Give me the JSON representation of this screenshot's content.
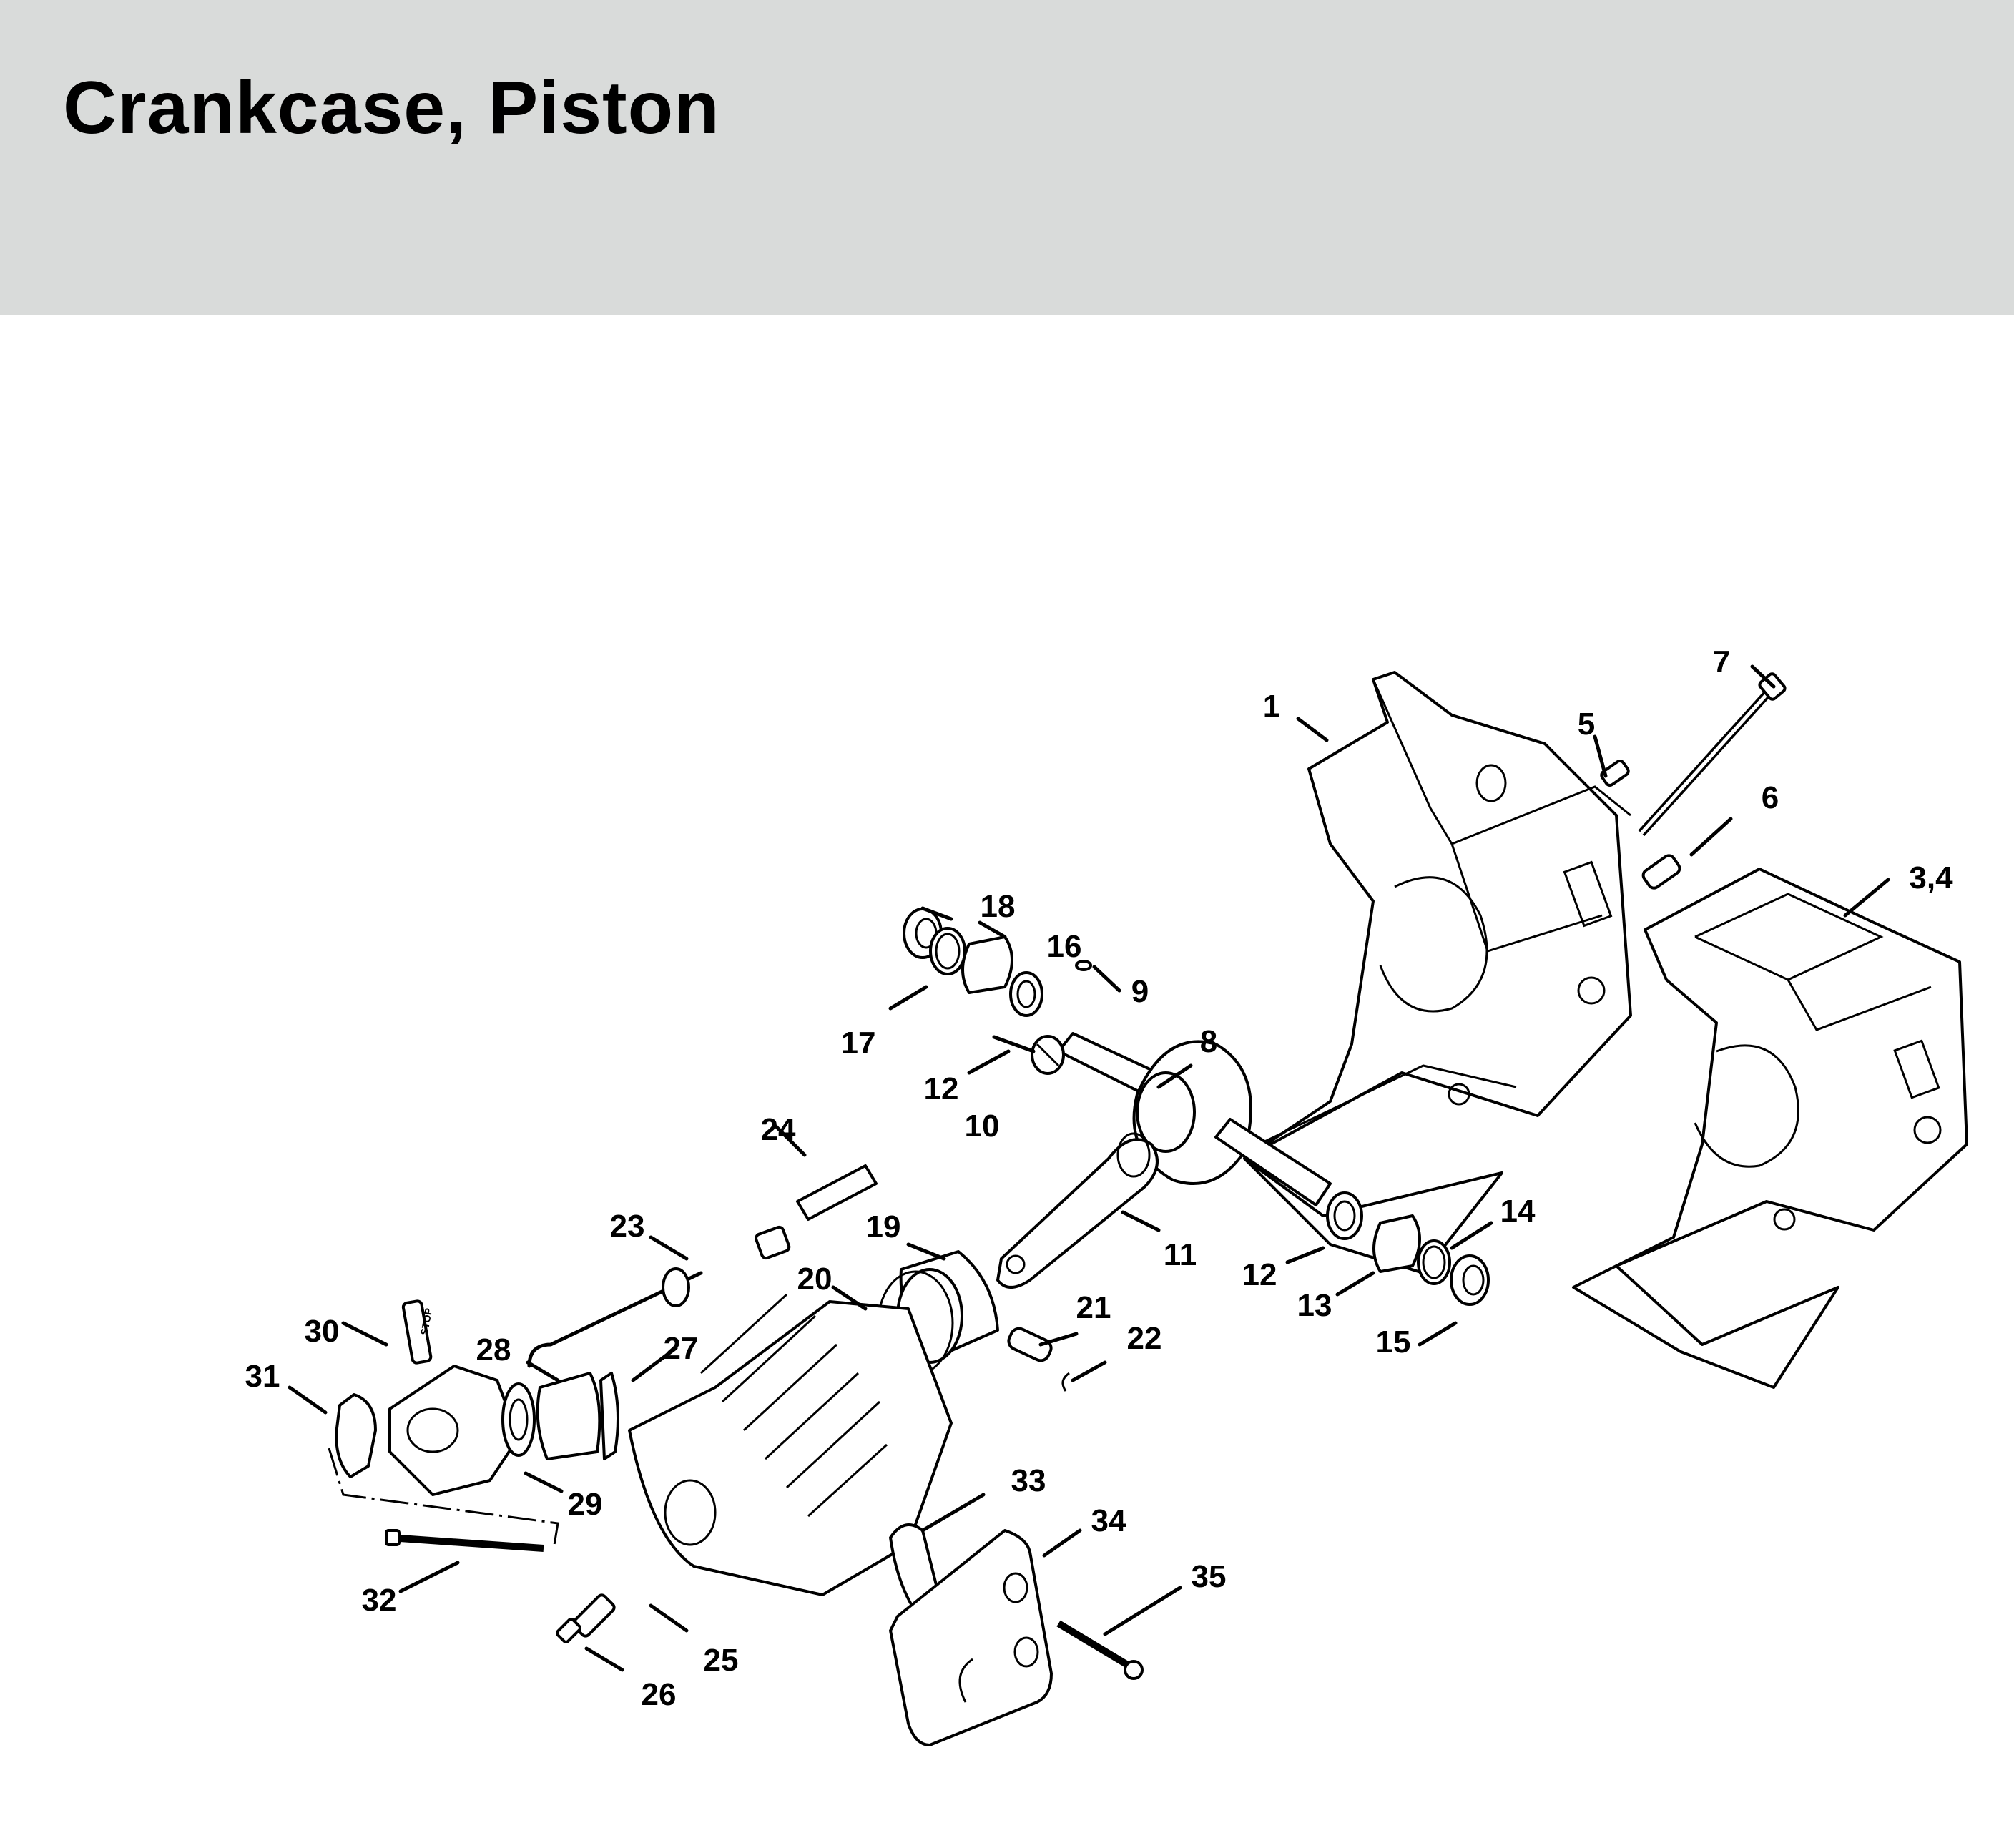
{
  "header": {
    "title": "Crankcase, Piston",
    "background": "#d9dbda"
  },
  "diagram": {
    "callouts": [
      {
        "id": "c1",
        "label": "1"
      },
      {
        "id": "c34",
        "label": "3,4"
      },
      {
        "id": "c5",
        "label": "5"
      },
      {
        "id": "c6",
        "label": "6"
      },
      {
        "id": "c7",
        "label": "7"
      },
      {
        "id": "c8",
        "label": "8"
      },
      {
        "id": "c9",
        "label": "9"
      },
      {
        "id": "c10",
        "label": "10"
      },
      {
        "id": "c11",
        "label": "11"
      },
      {
        "id": "c12a",
        "label": "12"
      },
      {
        "id": "c12b",
        "label": "12"
      },
      {
        "id": "c13",
        "label": "13"
      },
      {
        "id": "c14",
        "label": "14"
      },
      {
        "id": "c15",
        "label": "15"
      },
      {
        "id": "c16",
        "label": "16"
      },
      {
        "id": "c17",
        "label": "17"
      },
      {
        "id": "c18",
        "label": "18"
      },
      {
        "id": "c19",
        "label": "19"
      },
      {
        "id": "c20",
        "label": "20"
      },
      {
        "id": "c21",
        "label": "21"
      },
      {
        "id": "c22",
        "label": "22"
      },
      {
        "id": "c23",
        "label": "23"
      },
      {
        "id": "c24",
        "label": "24"
      },
      {
        "id": "c25",
        "label": "25"
      },
      {
        "id": "c26",
        "label": "26"
      },
      {
        "id": "c27",
        "label": "27"
      },
      {
        "id": "c28",
        "label": "28"
      },
      {
        "id": "c29",
        "label": "29"
      },
      {
        "id": "c30",
        "label": "30"
      },
      {
        "id": "c31",
        "label": "31"
      },
      {
        "id": "c32",
        "label": "32"
      },
      {
        "id": "c33",
        "label": "33"
      },
      {
        "id": "c34b",
        "label": "34"
      },
      {
        "id": "c35",
        "label": "35"
      }
    ],
    "carb_lever_text": "STOP"
  }
}
